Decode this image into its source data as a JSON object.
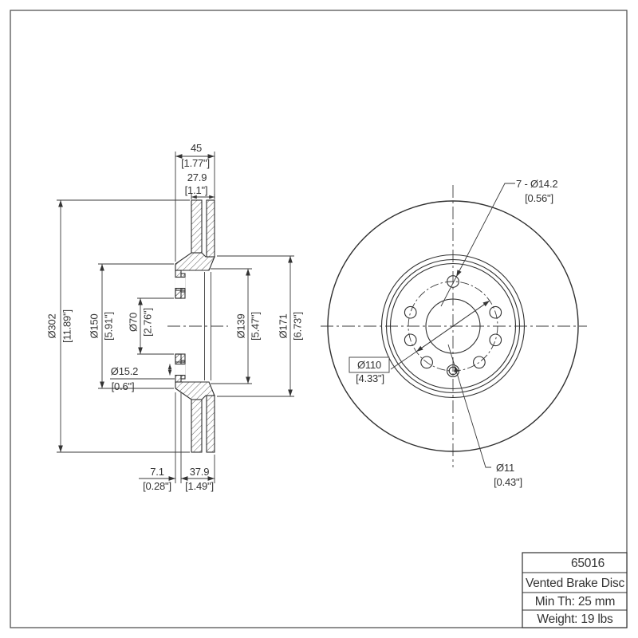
{
  "colors": {
    "line": "#333333",
    "background": "#ffffff"
  },
  "side_view": {
    "dim_overall_width": {
      "value": "45",
      "bracket": "[1.77\"]"
    },
    "dim_disc_thickness": {
      "value": "27.9",
      "bracket": "[1.1\"]"
    },
    "dim_outer_diameter": {
      "value": "Ø302",
      "bracket": "[11.89\"]"
    },
    "dim_hat_diameter": {
      "value": "Ø150",
      "bracket": "[5.91\"]"
    },
    "dim_bore_diameter": {
      "value": "Ø70",
      "bracket": "[2.76\"]"
    },
    "dim_lug_hole_side": {
      "value": "Ø15.2",
      "bracket": "[0.6\"]"
    },
    "dim_inner_diameter_1": {
      "value": "Ø139",
      "bracket": "[5.47\"]"
    },
    "dim_inner_diameter_2": {
      "value": "Ø171",
      "bracket": "[6.73\"]"
    },
    "dim_hat_plate_thickness": {
      "value": "7.1",
      "bracket": "[0.28\"]"
    },
    "dim_hat_depth": {
      "value": "37.9",
      "bracket": "[1.49\"]"
    }
  },
  "front_view": {
    "dim_lug_holes": {
      "value": "7 - Ø14.2",
      "bracket": "[0.56\"]"
    },
    "dim_bolt_circle": {
      "value": "Ø110",
      "bracket": "[4.33\"]"
    },
    "dim_pin_hole": {
      "value": "Ø11",
      "bracket": "[0.43\"]"
    }
  },
  "title_block": {
    "part_number": "65016",
    "description": "Vented Brake Disc",
    "min_thickness": "Min Th: 25 mm",
    "weight": "Weight: 19 lbs"
  }
}
